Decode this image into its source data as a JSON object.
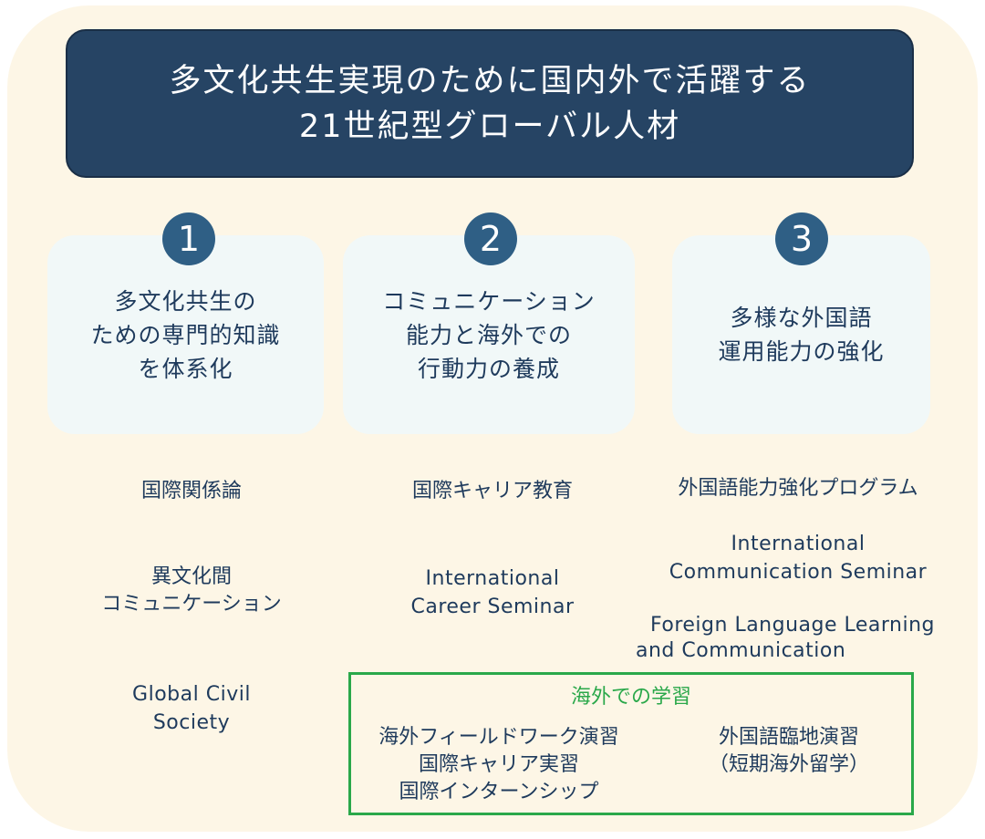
{
  "title": {
    "line1": "多文化共生実現のために国内外で活躍する",
    "line2": "21世紀型グローバル人材"
  },
  "pillars": [
    {
      "number": "1",
      "heading": [
        "多文化共生の",
        "ための専門的知識",
        "を体系化"
      ],
      "items": [
        [
          "国際関係論"
        ],
        [
          "異文化間",
          "コミュニケーション"
        ],
        [
          "Global Civil",
          "Society"
        ]
      ]
    },
    {
      "number": "2",
      "heading": [
        "コミュニケーション",
        "能力と海外での",
        "行動力の養成"
      ],
      "items": [
        [
          "国際キャリア教育"
        ],
        [
          "International",
          "Career Seminar"
        ]
      ]
    },
    {
      "number": "3",
      "heading": [
        "多様な外国語",
        "運用能力の強化"
      ],
      "items": [
        [
          "外国語能力強化プログラム"
        ],
        [
          "International",
          "Communication Seminar"
        ],
        [
          "Foreign Language Learning",
          "and Communication"
        ]
      ]
    }
  ],
  "overseas": {
    "title": "海外での学習",
    "left": [
      "海外フィールドワーク演習",
      "国際キャリア実習",
      "国際インターンシップ"
    ],
    "right": [
      "外国語臨地演習",
      "（短期海外留学）"
    ]
  },
  "colors": {
    "navy": "#264464",
    "badge": "#2f5f85",
    "background": "#fdf6e6",
    "card": "#f1f8f8",
    "green": "#2aa84a",
    "text": "#1e3a5c"
  }
}
